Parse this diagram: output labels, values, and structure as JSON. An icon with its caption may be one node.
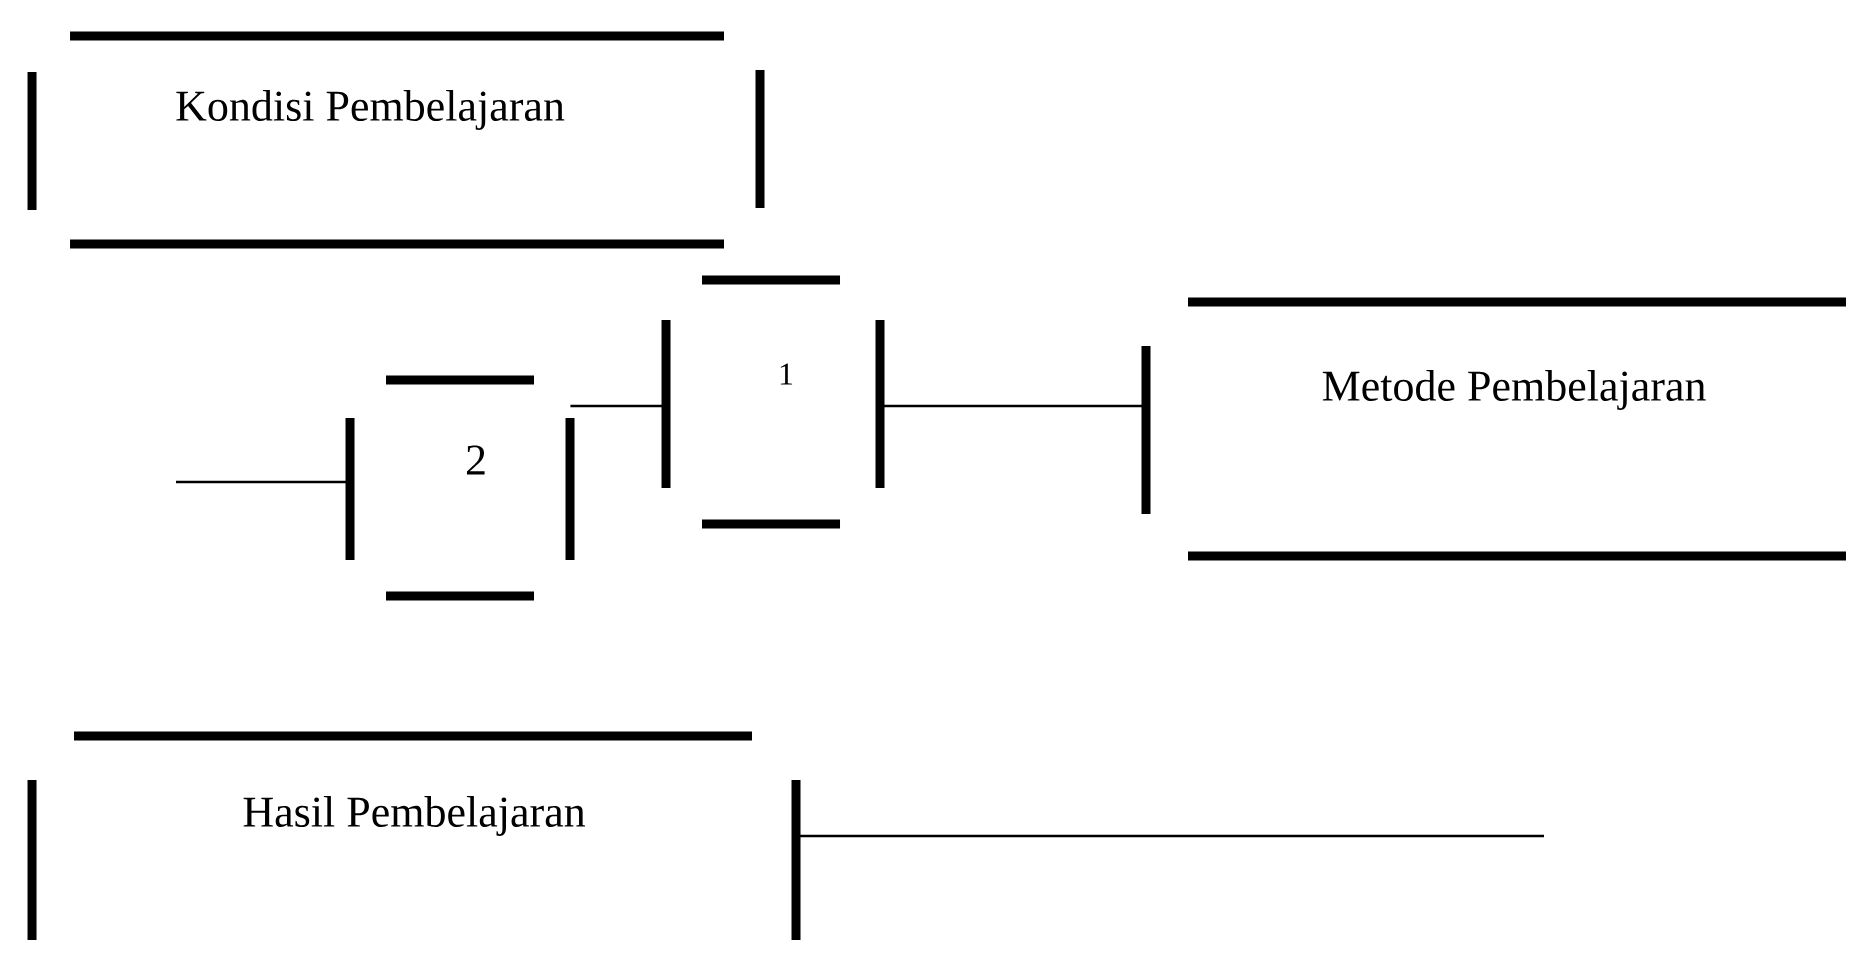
{
  "diagram": {
    "nodes": [
      {
        "text": [
          "Kondisi Pembelajaran"
        ]
      },
      {
        "text": [
          "1"
        ]
      },
      {
        "text": [
          "Metode Pembelajaran"
        ]
      },
      {
        "text": [
          "2"
        ]
      },
      {
        "text": [
          "Hasil Pembelajaran"
        ]
      }
    ],
    "edges": [
      {
        "from": null,
        "to": 3,
        "arrow": "none"
      },
      {
        "from": 3,
        "to": 1,
        "arrow": "none"
      },
      {
        "from": 1,
        "to": 2,
        "arrow": "none"
      },
      {
        "from": 4,
        "to": null,
        "arrow": "none"
      }
    ]
  }
}
